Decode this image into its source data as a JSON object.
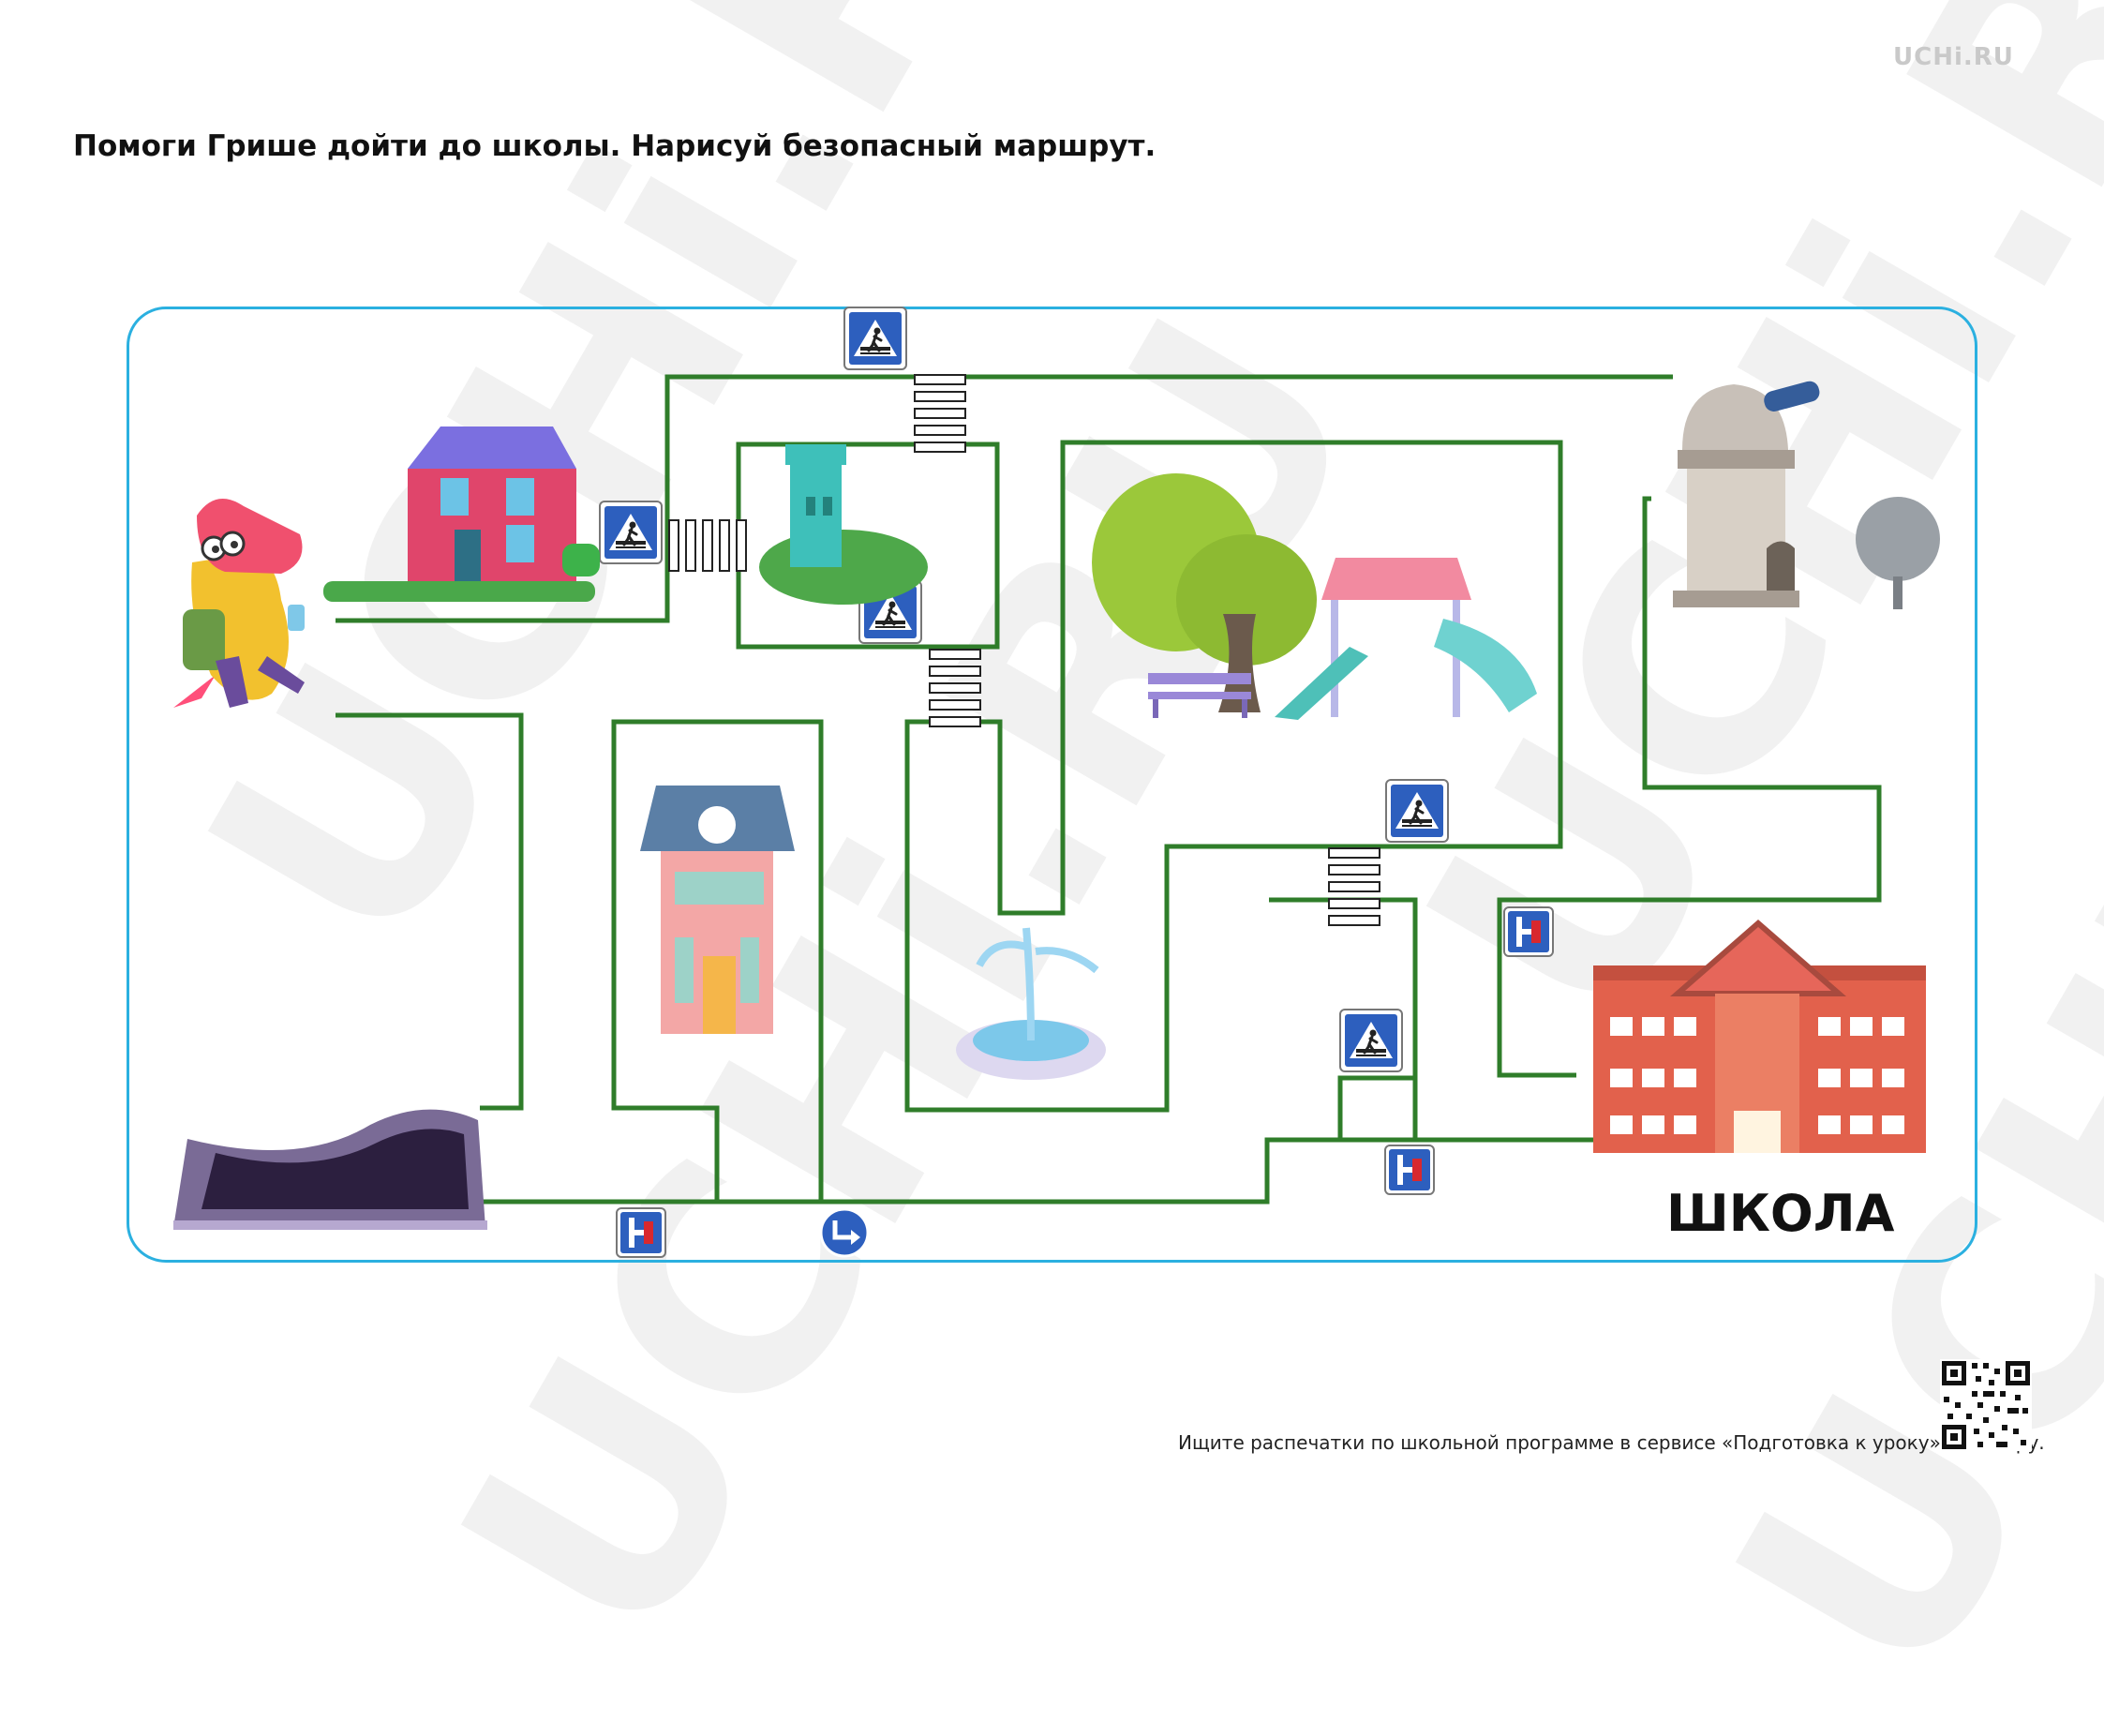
{
  "brand": "UCHi.RU",
  "title": "Помоги Грише дойти до школы. Нарисуй безопасный маршрут.",
  "school_label": "ШКОЛА",
  "footer": "Ищите распечатки по школьной программе в сервисе «Подготовка к уроку» от Учи.ру.",
  "watermark": "UCHi.RU",
  "colors": {
    "path": "#2f7d2a",
    "frame": "#2bb0e0",
    "sign_blue": "#2d5fbe",
    "sign_red": "#d8282e"
  },
  "places": [
    "character",
    "house",
    "tower",
    "park",
    "observatory",
    "shop",
    "fountain",
    "stadium",
    "school"
  ],
  "signs": [
    "pedestrian-crossing",
    "dead-end",
    "turn-right"
  ]
}
